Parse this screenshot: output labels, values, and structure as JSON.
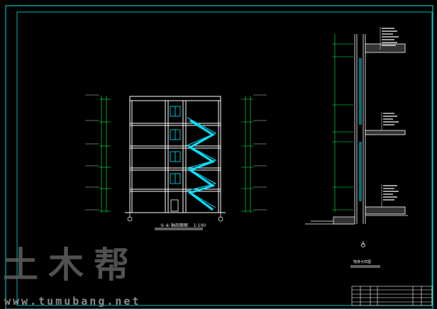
{
  "drawing": {
    "section_title": "轴剖面图",
    "section_axes": "①-⑥",
    "section_scale": "1:100",
    "detail_title": "墙身大样图",
    "colors": {
      "background": "#000000",
      "frame": "#00e5e5",
      "stairs": "#00e5ff",
      "dimension": "#00ff40",
      "line": "#ffffff"
    }
  },
  "watermark": {
    "chars": [
      "土",
      "木",
      "帮"
    ],
    "url": "www.tumubang.net"
  },
  "title_block": {
    "rows": 5
  }
}
